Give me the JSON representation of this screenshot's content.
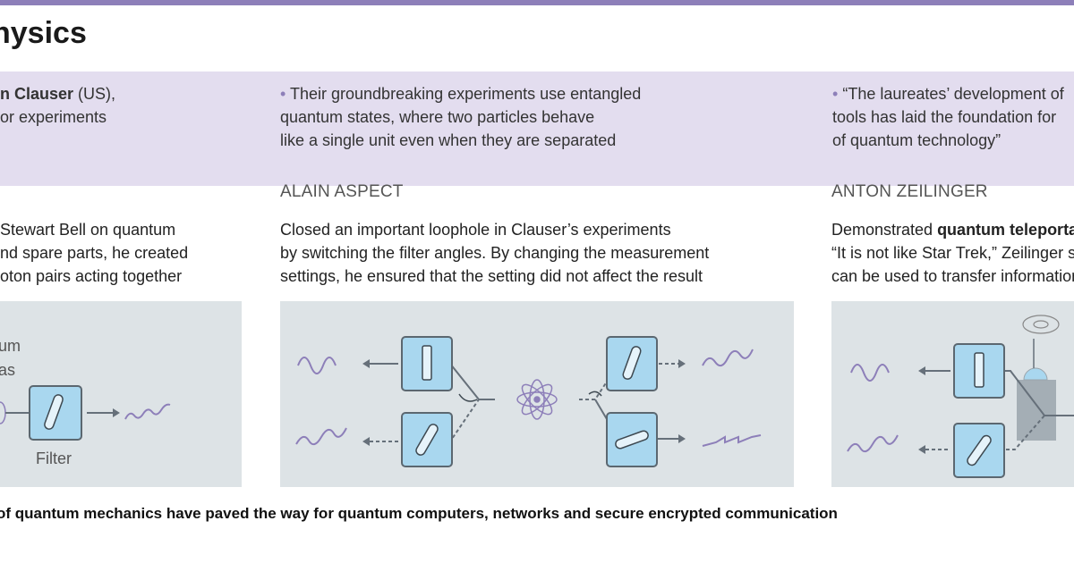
{
  "title": "hysics",
  "summary": {
    "col1": {
      "bold": "n Clauser",
      "rest": " (US),",
      "line2": "or experiments"
    },
    "col2": {
      "bullet": "•",
      "lines": [
        "Their groundbreaking experiments use entangled",
        "quantum states, where two particles behave",
        "like a single unit even when they are separated"
      ]
    },
    "col3": {
      "bullet": "•",
      "lines": [
        "“The laureates’ development of",
        "tools has laid the foundation for",
        "of quantum technology”"
      ]
    }
  },
  "laureates": [
    {
      "name": "",
      "desc": [
        "Stewart Bell on quantum",
        "nd spare parts, he created",
        "oton pairs acting together"
      ]
    },
    {
      "name": "ALAIN ASPECT",
      "desc": [
        "Closed an important loophole in Clauser’s experiments",
        "by switching the filter angles. By changing the measurement",
        "settings, he ensured that the setting did not affect the result"
      ]
    },
    {
      "name": "ANTON ZEILINGER",
      "desc_pre": "Demonstrated ",
      "desc_bold": "quantum teleportation",
      "desc": [
        "“It is not like Star Trek,” Zeilinger said",
        "can be used to transfer information"
      ]
    }
  ],
  "diagram_labels": {
    "partial1": "um",
    "partial2": "as",
    "filter": "Filter"
  },
  "footer": "of quantum mechanics have paved the way for quantum computers, networks and secure encrypted communication",
  "colors": {
    "accent": "#8d7fb9",
    "band": "#e3ddef",
    "panel": "#dde3e6",
    "filter": "#a9d7ef"
  }
}
